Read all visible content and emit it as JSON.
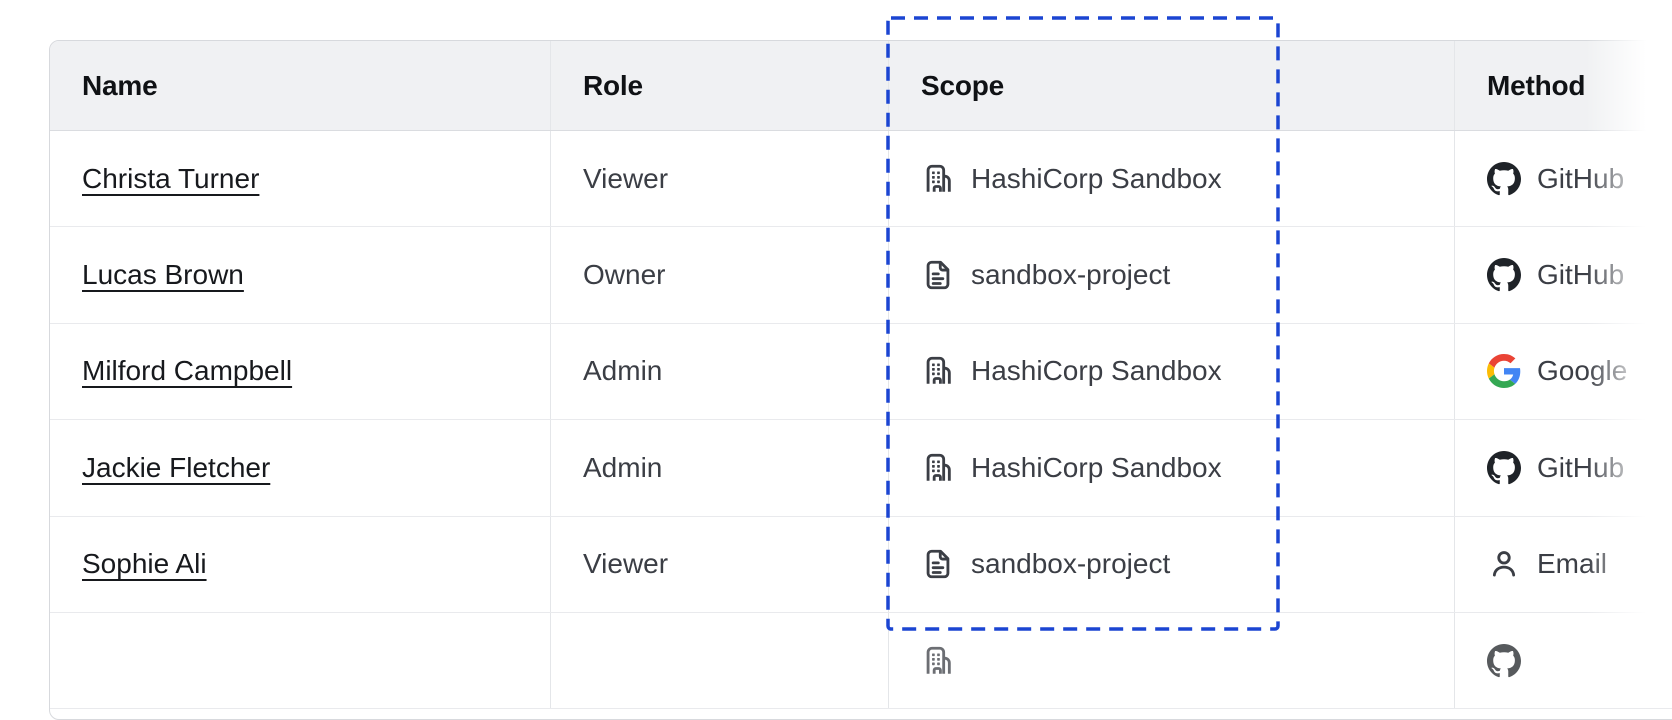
{
  "table": {
    "columns": [
      {
        "label": "Name"
      },
      {
        "label": "Role"
      },
      {
        "label": "Scope"
      },
      {
        "label": "Method"
      }
    ],
    "rows": [
      {
        "name": "Christa Turner",
        "role": "Viewer",
        "scope": {
          "label": "HashiCorp Sandbox",
          "icon": "org-building-icon"
        },
        "method": {
          "label": "GitHub",
          "icon": "github-icon"
        }
      },
      {
        "name": "Lucas Brown",
        "role": "Owner",
        "scope": {
          "label": "sandbox-project",
          "icon": "file-text-icon"
        },
        "method": {
          "label": "GitHub",
          "icon": "github-icon"
        }
      },
      {
        "name": "Milford Campbell",
        "role": "Admin",
        "scope": {
          "label": "HashiCorp Sandbox",
          "icon": "org-building-icon"
        },
        "method": {
          "label": "Google",
          "icon": "google-icon"
        }
      },
      {
        "name": "Jackie Fletcher",
        "role": "Admin",
        "scope": {
          "label": "HashiCorp Sandbox",
          "icon": "org-building-icon"
        },
        "method": {
          "label": "GitHub",
          "icon": "github-icon"
        }
      },
      {
        "name": "Sophie Ali",
        "role": "Viewer",
        "scope": {
          "label": "sandbox-project",
          "icon": "file-text-icon"
        },
        "method": {
          "label": "Email",
          "icon": "person-icon"
        }
      }
    ]
  },
  "annotation": {
    "type": "dashed-highlight-box",
    "target": "Scope column",
    "color": "#1b45d2"
  },
  "colors": {
    "highlight_blue": "#1b45d2",
    "header_background": "#f0f1f3",
    "github_black": "#1f2328",
    "google_blue": "#4285F4",
    "google_red": "#EA4335",
    "google_yellow": "#FBBC05",
    "google_green": "#34A853"
  }
}
